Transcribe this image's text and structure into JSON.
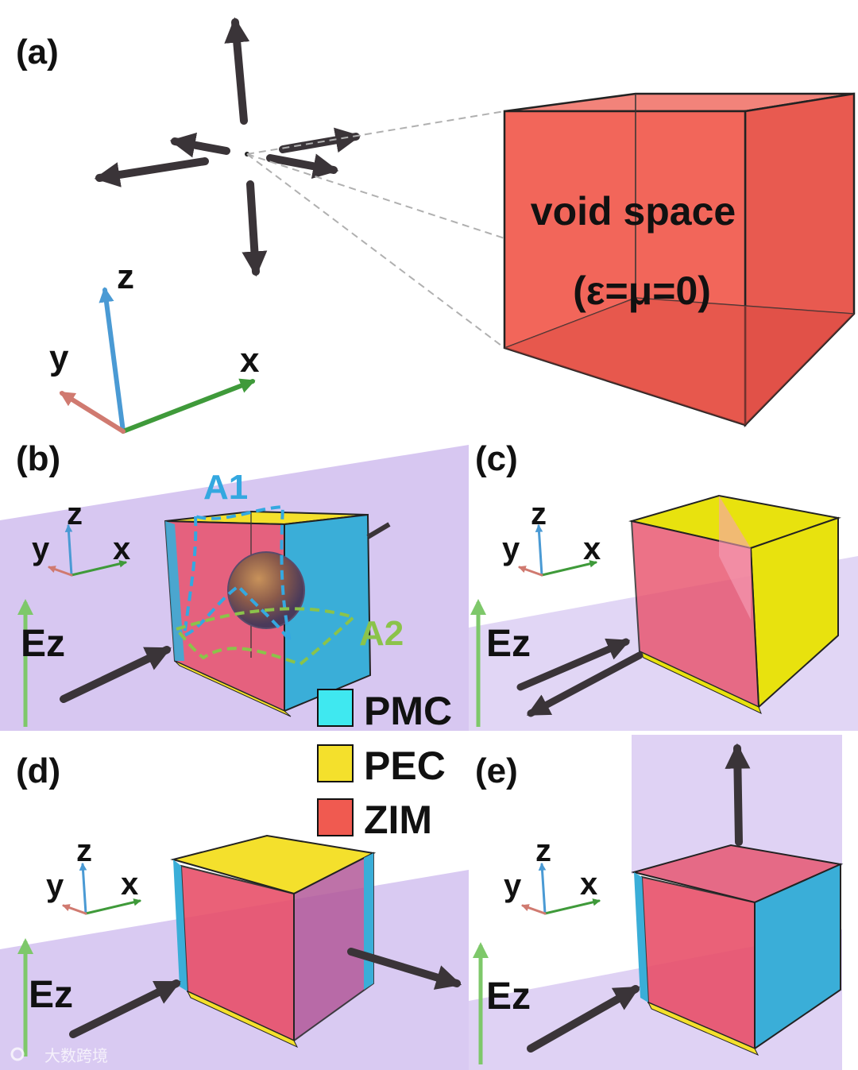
{
  "panels": {
    "a": {
      "label": "(a)",
      "cube_title": "void space",
      "cube_formula": "(ε=μ=0)"
    },
    "b": {
      "label": "(b)",
      "field": "Ez",
      "aperture_1": "A1",
      "aperture_2": "A2"
    },
    "c": {
      "label": "(c)",
      "field": "Ez"
    },
    "d": {
      "label": "(d)",
      "field": "Ez"
    },
    "e": {
      "label": "(e)",
      "field": "Ez"
    }
  },
  "axes": {
    "x": "x",
    "y": "y",
    "z": "z"
  },
  "legend": [
    {
      "label": "PMC",
      "color": "#3fe8f0"
    },
    {
      "label": "PEC",
      "color": "#f4e02c"
    },
    {
      "label": "ZIM",
      "color": "#f05a50"
    }
  ],
  "watermark": "大数跨境",
  "colors": {
    "void_cube": "#f2665a",
    "pmc": "#3aaed8",
    "pec": "#e8e20e",
    "zim_face": "#e8506a",
    "beam": "#c9b4ec",
    "arrow": "#3a3438",
    "axis_x": "#3f9a3a",
    "axis_y": "#d07a70",
    "axis_z": "#4a9ad4",
    "a1": "#34a8e0",
    "a2": "#8bc34a"
  }
}
